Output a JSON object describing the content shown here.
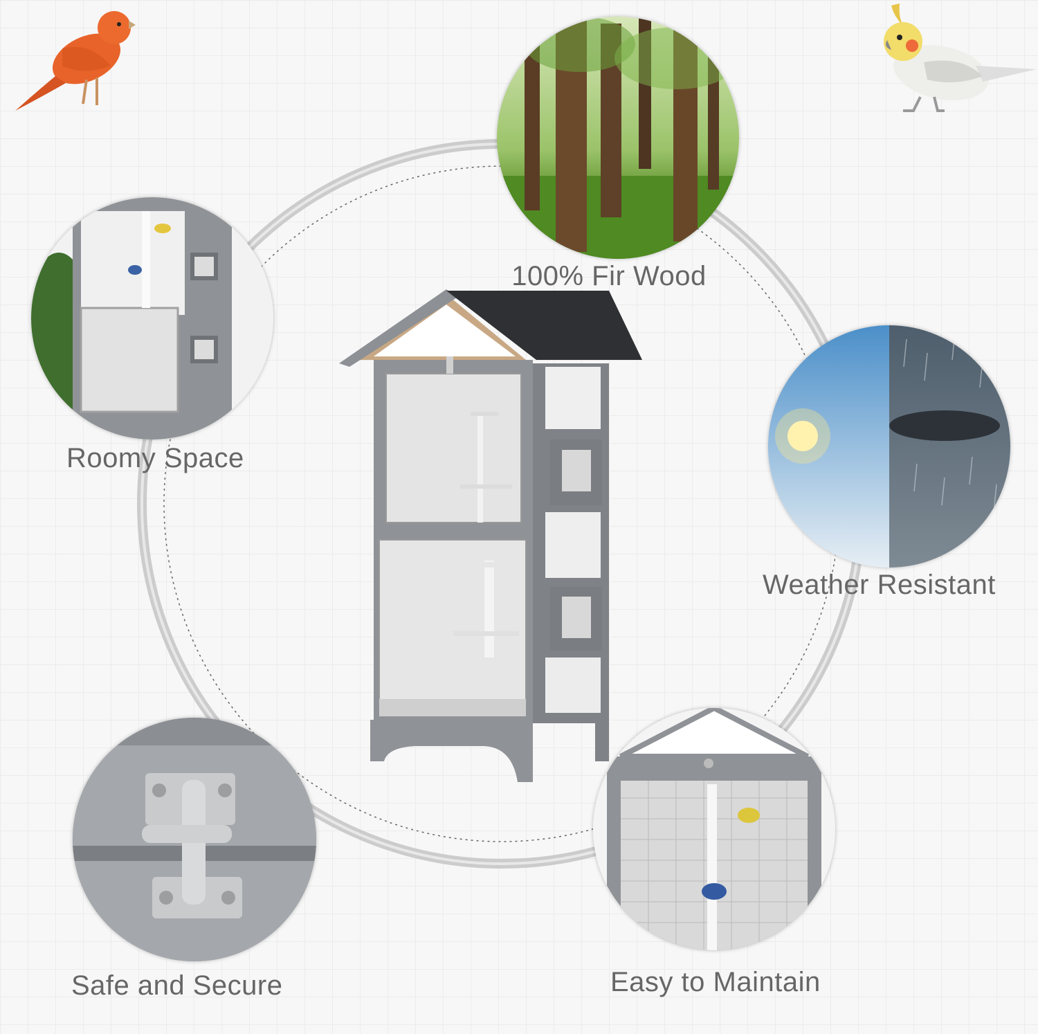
{
  "features": [
    {
      "label": "100% Fir Wood",
      "icon": "forest-photo"
    },
    {
      "label": "Roomy Space",
      "icon": "cage-interior-photo"
    },
    {
      "label": "Weather Resistant",
      "icon": "sun-rain-photo"
    },
    {
      "label": "Safe and Secure",
      "icon": "door-latch-photo"
    },
    {
      "label": "Easy to Maintain",
      "icon": "cage-door-birds-photo"
    }
  ],
  "colors": {
    "background": "#f7f7f7",
    "label_text": "#666666",
    "ring": "#b8b8b8",
    "cage_wood": "#8f9296",
    "roof": "#2e2f31"
  }
}
